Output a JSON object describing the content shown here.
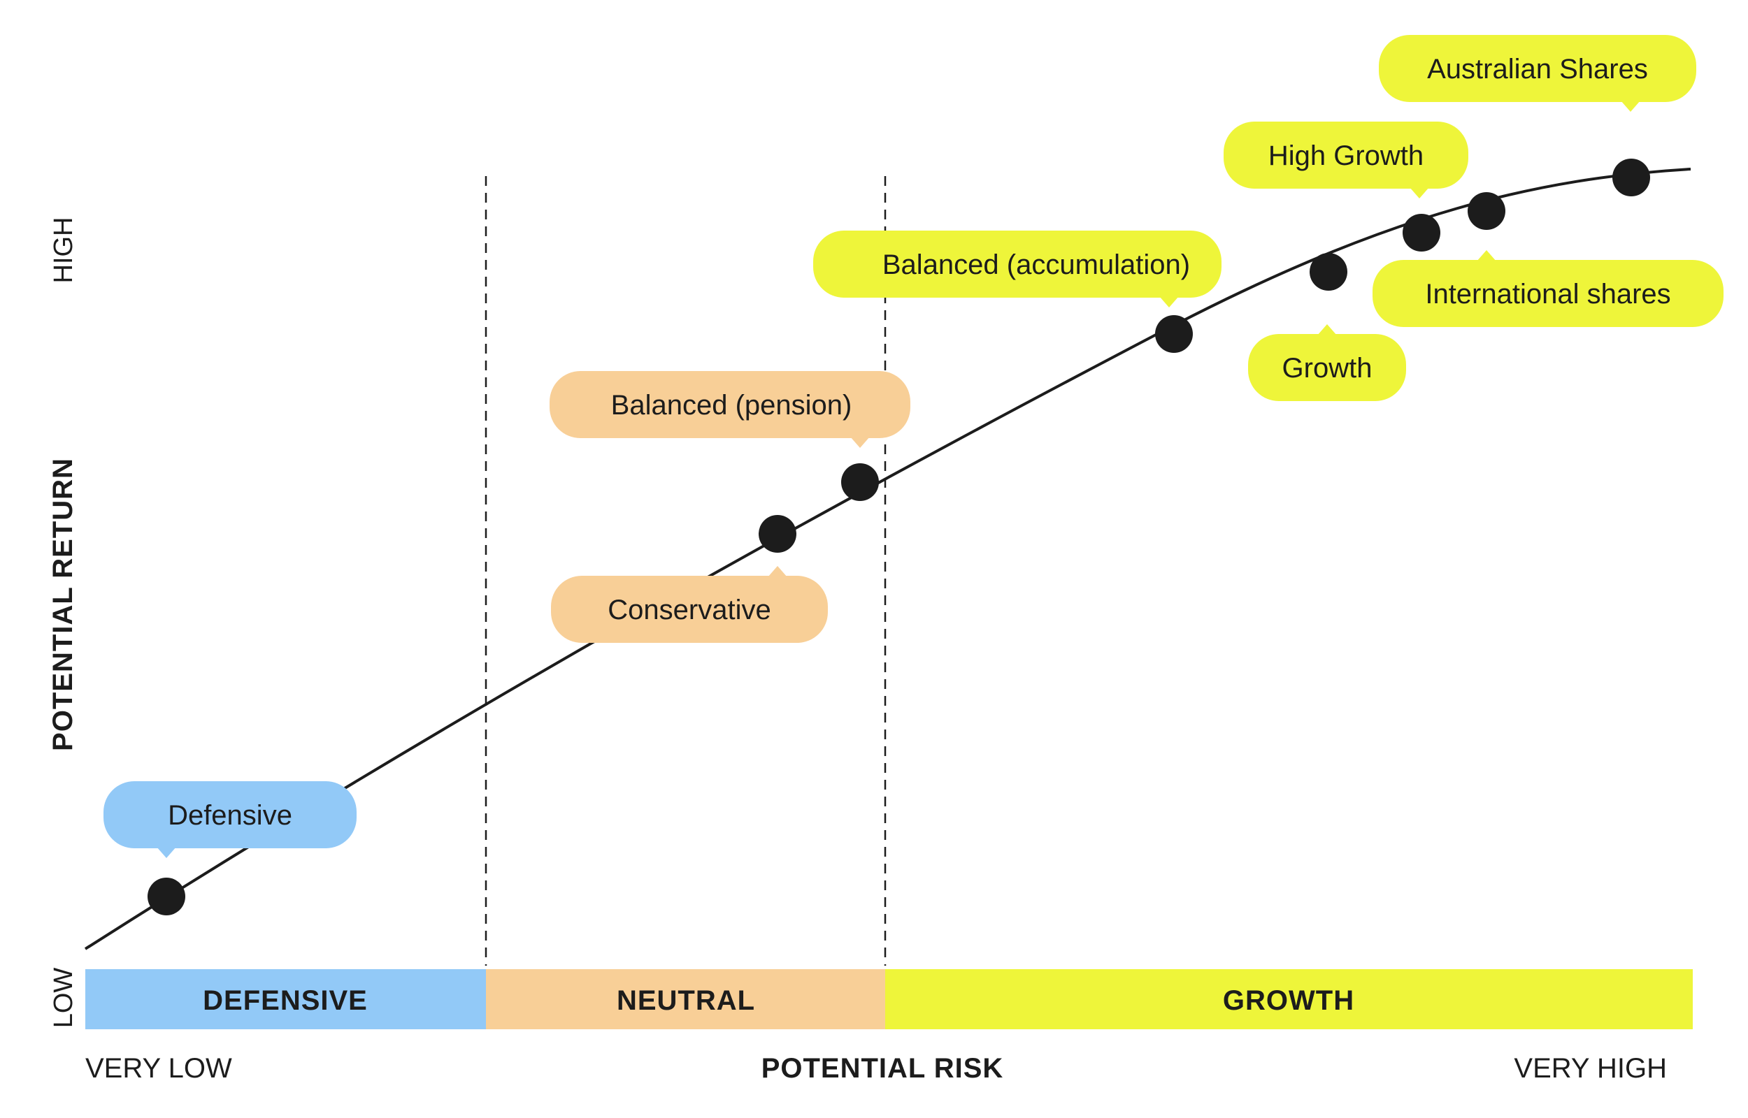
{
  "y_axis": {
    "title": "POTENTIAL RETURN",
    "high": "HIGH",
    "low": "LOW"
  },
  "x_axis": {
    "title": "POTENTIAL RISK",
    "low": "VERY LOW",
    "high": "VERY HIGH"
  },
  "zones": [
    {
      "id": "defensive",
      "label": "DEFENSIVE",
      "color": "#92C9F7"
    },
    {
      "id": "neutral",
      "label": "NEUTRAL",
      "color": "#F8CF97"
    },
    {
      "id": "growth",
      "label": "GROWTH",
      "color": "#EEF53A"
    }
  ],
  "options": [
    {
      "id": "defensive",
      "label": "Defensive",
      "zone": "defensive"
    },
    {
      "id": "conservative",
      "label": "Conservative",
      "zone": "neutral"
    },
    {
      "id": "balanced-pension",
      "label": "Balanced (pension)",
      "zone": "neutral"
    },
    {
      "id": "balanced-accumulation",
      "label": "Balanced (accumulation)",
      "zone": "growth"
    },
    {
      "id": "growth",
      "label": "Growth",
      "zone": "growth"
    },
    {
      "id": "high-growth",
      "label": "High Growth",
      "zone": "growth"
    },
    {
      "id": "international-shares",
      "label": "International shares",
      "zone": "growth"
    },
    {
      "id": "australian-shares",
      "label": "Australian Shares",
      "zone": "growth"
    }
  ],
  "colors": {
    "line": "#1c1c1c",
    "dot": "#1c1c1c",
    "text": "#1c1c1c"
  }
}
